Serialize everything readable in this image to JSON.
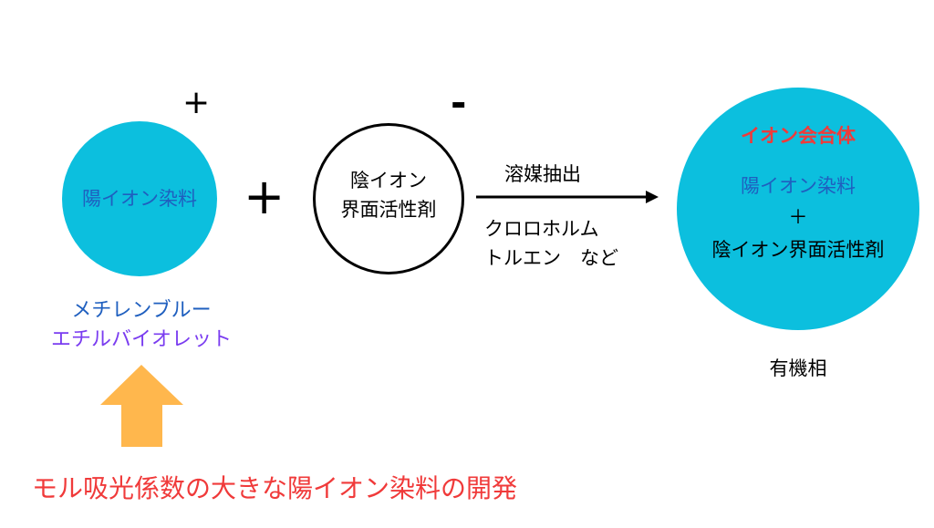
{
  "cation_dye": {
    "label": "陽イオン染料",
    "charge": "+",
    "examples": [
      "メチレンブルー",
      "エチルバイオレット"
    ]
  },
  "plus_sign": "+",
  "anion_surfactant": {
    "label_lines": [
      "陰イオン",
      "界面活性剤"
    ],
    "charge": "-"
  },
  "arrow": {
    "top_label": "溶媒抽出",
    "bottom_lines": [
      "クロロホルム",
      "トルエン　など"
    ]
  },
  "ion_pair": {
    "title": "イオン会合体",
    "line1": "陽イオン染料",
    "plus": "＋",
    "line2": "陰イオン界面活性剤",
    "phase_label": "有機相"
  },
  "goal": "モル吸光係数の大きな陽イオン染料の開発",
  "colors": {
    "cyan": "#0cbfde",
    "blue": "#1f5fbf",
    "purple": "#7a3cf0",
    "red": "#f03a3a",
    "orange": "#ffb74d"
  }
}
